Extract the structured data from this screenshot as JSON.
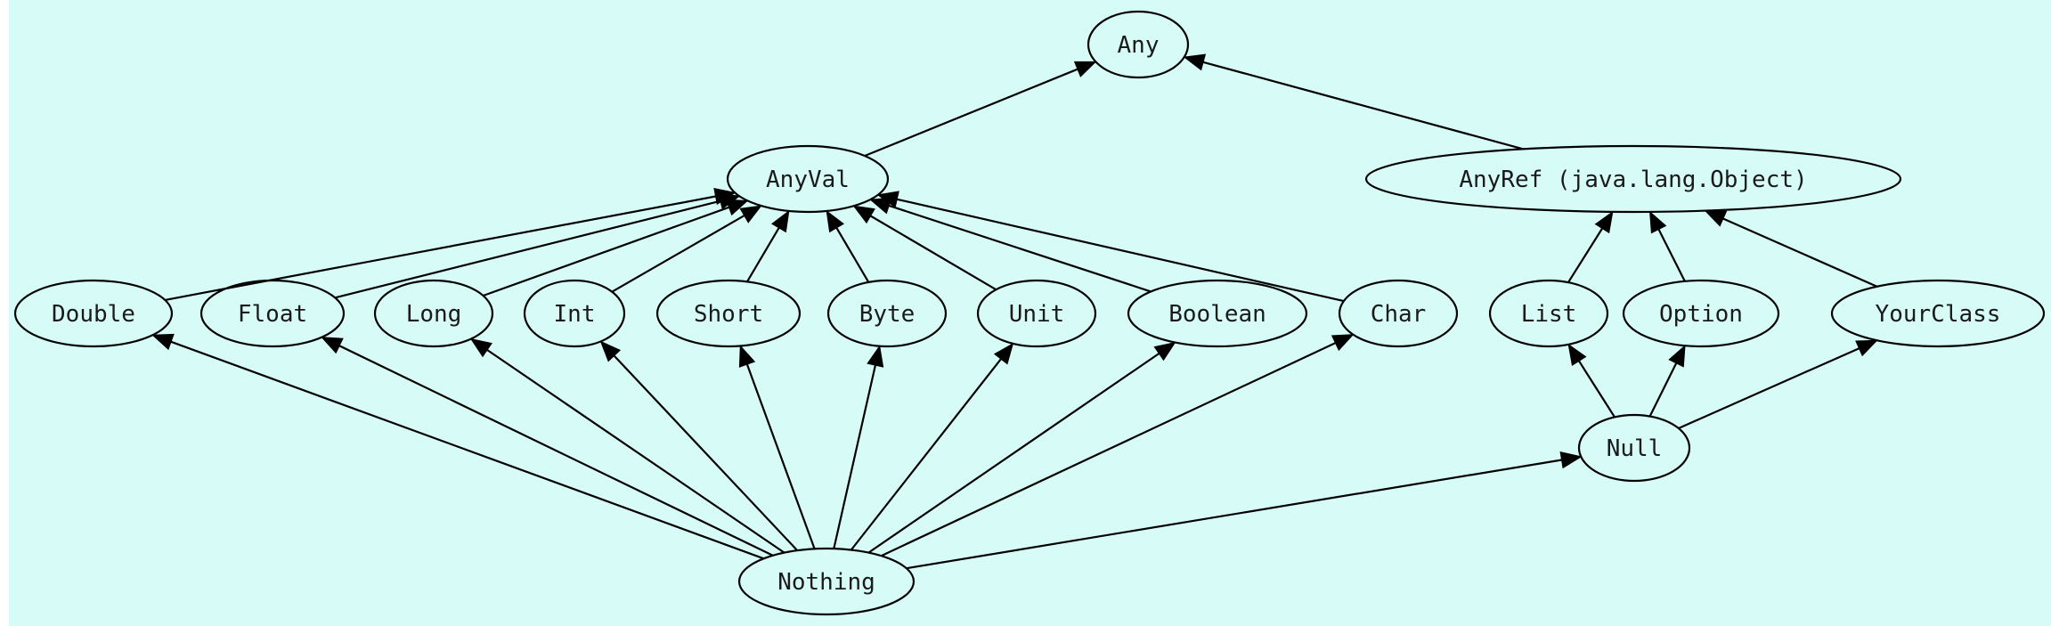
{
  "colors": {
    "background": "#d7fcf7",
    "frame": "#ffffff",
    "node_stroke": "#000000",
    "edge": "#000000",
    "text": "#1a1a1a"
  },
  "nodes": [
    {
      "id": "any",
      "label": "Any"
    },
    {
      "id": "anyval",
      "label": "AnyVal"
    },
    {
      "id": "anyref",
      "label": "AnyRef (java.lang.Object)"
    },
    {
      "id": "double",
      "label": "Double"
    },
    {
      "id": "float",
      "label": "Float"
    },
    {
      "id": "long",
      "label": "Long"
    },
    {
      "id": "int",
      "label": "Int"
    },
    {
      "id": "short",
      "label": "Short"
    },
    {
      "id": "byte",
      "label": "Byte"
    },
    {
      "id": "unit",
      "label": "Unit"
    },
    {
      "id": "boolean",
      "label": "Boolean"
    },
    {
      "id": "char",
      "label": "Char"
    },
    {
      "id": "list",
      "label": "List"
    },
    {
      "id": "option",
      "label": "Option"
    },
    {
      "id": "yourclass",
      "label": "YourClass"
    },
    {
      "id": "null",
      "label": "Null"
    },
    {
      "id": "nothing",
      "label": "Nothing"
    }
  ],
  "edges": [
    {
      "from": "anyval",
      "to": "any"
    },
    {
      "from": "anyref",
      "to": "any"
    },
    {
      "from": "double",
      "to": "anyval"
    },
    {
      "from": "float",
      "to": "anyval"
    },
    {
      "from": "long",
      "to": "anyval"
    },
    {
      "from": "int",
      "to": "anyval"
    },
    {
      "from": "short",
      "to": "anyval"
    },
    {
      "from": "byte",
      "to": "anyval"
    },
    {
      "from": "unit",
      "to": "anyval"
    },
    {
      "from": "boolean",
      "to": "anyval"
    },
    {
      "from": "char",
      "to": "anyval"
    },
    {
      "from": "list",
      "to": "anyref"
    },
    {
      "from": "option",
      "to": "anyref"
    },
    {
      "from": "yourclass",
      "to": "anyref"
    },
    {
      "from": "null",
      "to": "list"
    },
    {
      "from": "null",
      "to": "option"
    },
    {
      "from": "null",
      "to": "yourclass"
    },
    {
      "from": "nothing",
      "to": "double"
    },
    {
      "from": "nothing",
      "to": "float"
    },
    {
      "from": "nothing",
      "to": "long"
    },
    {
      "from": "nothing",
      "to": "int"
    },
    {
      "from": "nothing",
      "to": "short"
    },
    {
      "from": "nothing",
      "to": "byte"
    },
    {
      "from": "nothing",
      "to": "unit"
    },
    {
      "from": "nothing",
      "to": "boolean"
    },
    {
      "from": "nothing",
      "to": "char"
    },
    {
      "from": "nothing",
      "to": "null"
    }
  ]
}
